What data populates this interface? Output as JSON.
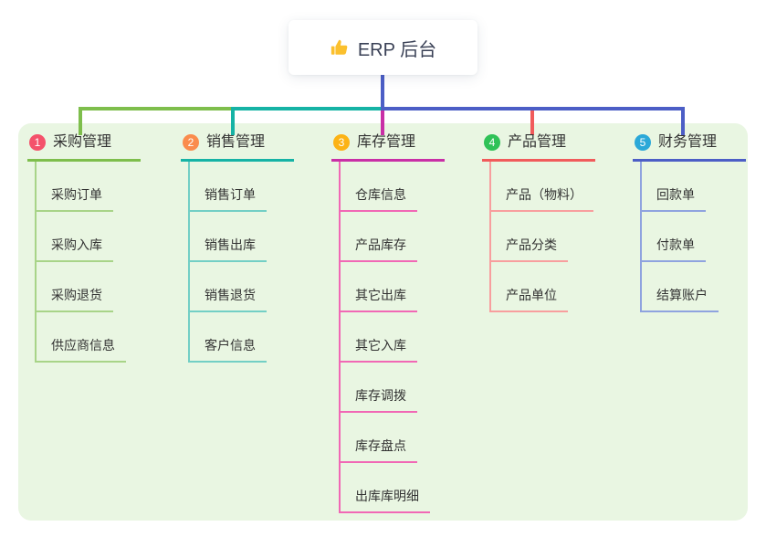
{
  "root": {
    "title": "ERP 后台",
    "icon": "thumbs-up-icon",
    "icon_color": "#FBC02D"
  },
  "colors": {
    "trunk": "#4c5ec6",
    "panel_background": "#e9f6e2",
    "text": "#333333",
    "root_text": "#3a4156"
  },
  "branches": [
    {
      "index": "1",
      "label": "采购管理",
      "badge_color": "#f4526b",
      "line_color": "#7ebe4c",
      "child_line_color": "#a8d488",
      "children": [
        "采购订单",
        "采购入库",
        "采购退货",
        "供应商信息"
      ]
    },
    {
      "index": "2",
      "label": "销售管理",
      "badge_color": "#fa8c4d",
      "line_color": "#16b3a5",
      "child_line_color": "#73cfc5",
      "children": [
        "销售订单",
        "销售出库",
        "销售退货",
        "客户信息"
      ]
    },
    {
      "index": "3",
      "label": "库存管理",
      "badge_color": "#fcb315",
      "line_color": "#c92fa6",
      "child_line_color": "#f168b5",
      "children": [
        "仓库信息",
        "产品库存",
        "其它出库",
        "其它入库",
        "库存调拨",
        "库存盘点",
        "出库库明细"
      ]
    },
    {
      "index": "4",
      "label": "产品管理",
      "badge_color": "#2fc257",
      "line_color": "#f15b5b",
      "child_line_color": "#f89e9e",
      "children": [
        "产品（物料）",
        "产品分类",
        "产品单位"
      ]
    },
    {
      "index": "5",
      "label": "财务管理",
      "badge_color": "#2ba8d8",
      "line_color": "#4c5ec6",
      "child_line_color": "#8fa3df",
      "children": [
        "回款单",
        "付款单",
        "结算账户"
      ]
    }
  ]
}
